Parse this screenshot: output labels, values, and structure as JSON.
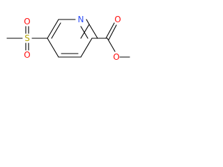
{
  "molecule": {
    "atoms": {
      "sulfur": "S",
      "sulfonyl_oxygen_top": "O",
      "sulfonyl_oxygen_bottom": "O",
      "ring_nitrogen": "N",
      "carbonyl_oxygen": "O",
      "ester_oxygen": "O"
    },
    "colors": {
      "bond": "#000000",
      "sulfur": "#b5a400",
      "oxygen": "#ff0d0d",
      "nitrogen": "#3050f8"
    }
  }
}
